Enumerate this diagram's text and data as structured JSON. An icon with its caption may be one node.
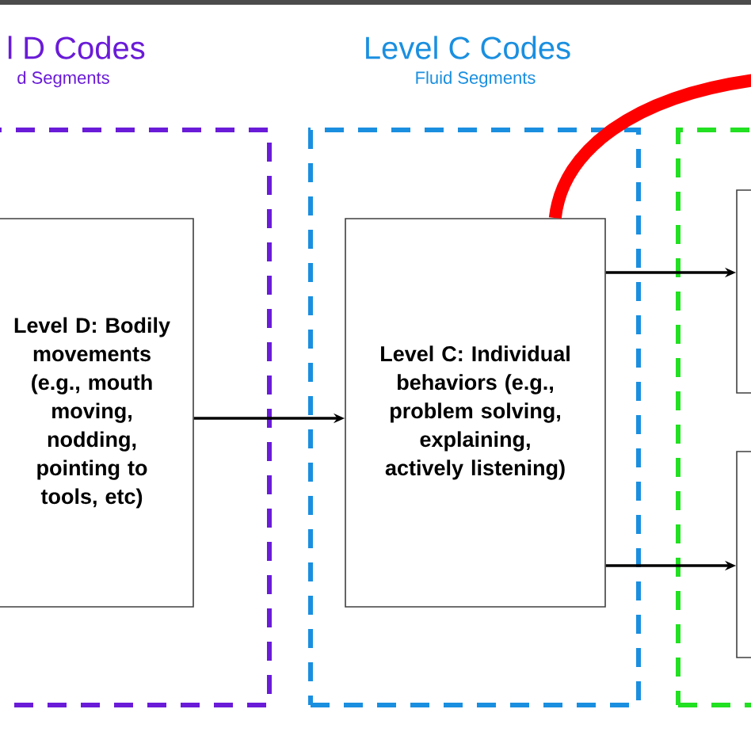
{
  "diagram": {
    "nodes": [
      {
        "text": [
          "l D Codes",
          "d Segments"
        ]
      },
      {
        "text": [
          "Level D: Bodily movements (e.g., mouth moving, nodding, pointing to tools, etc)"
        ],
        "in": 0
      },
      {
        "text": [
          "Level C Codes",
          "Fluid Segments"
        ]
      },
      {
        "text": [
          "Level C: Individual behaviors (e.g., problem solving, explaining, actively listening)"
        ],
        "in": 2
      },
      {
        "text": [],
        "shape": "box"
      },
      {
        "text": [],
        "shape": "box",
        "in": 4
      },
      {
        "text": [],
        "shape": "box",
        "in": 4
      }
    ],
    "edges": [
      {
        "from": 1,
        "to": 3,
        "arrow": "to"
      },
      {
        "from": 3,
        "to": 5,
        "arrow": "to"
      },
      {
        "from": 3,
        "to": 6,
        "arrow": "to"
      },
      {
        "from": 3,
        "to": null,
        "arrow": "none",
        "style": "thick",
        "color": "#ff0000"
      }
    ]
  }
}
